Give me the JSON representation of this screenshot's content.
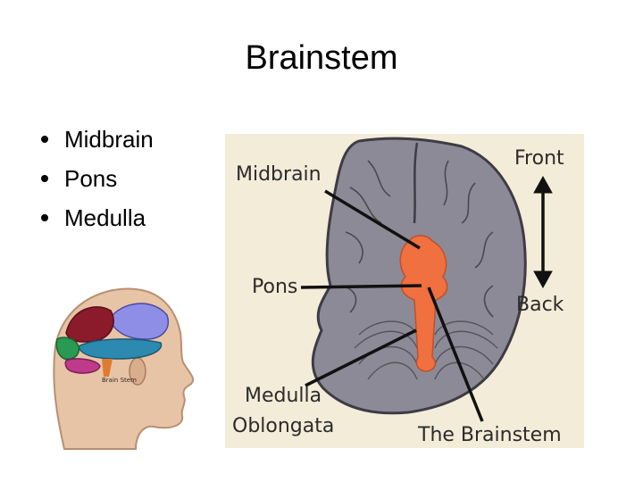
{
  "slide": {
    "title": "Brainstem",
    "bullets": [
      "Midbrain",
      "Pons",
      "Medulla"
    ]
  },
  "head_figure": {
    "label": "Brain Stem"
  },
  "brain_figure": {
    "labels": {
      "midbrain": "Midbrain",
      "pons": "Pons",
      "medulla_line1": "Medulla",
      "medulla_line2": "Oblongata",
      "front": "Front",
      "back": "Back",
      "caption": "The Brainstem"
    },
    "colors": {
      "background": "#f3ecd8",
      "brain": "#8c8a96",
      "brainstem": "#f07040"
    }
  }
}
